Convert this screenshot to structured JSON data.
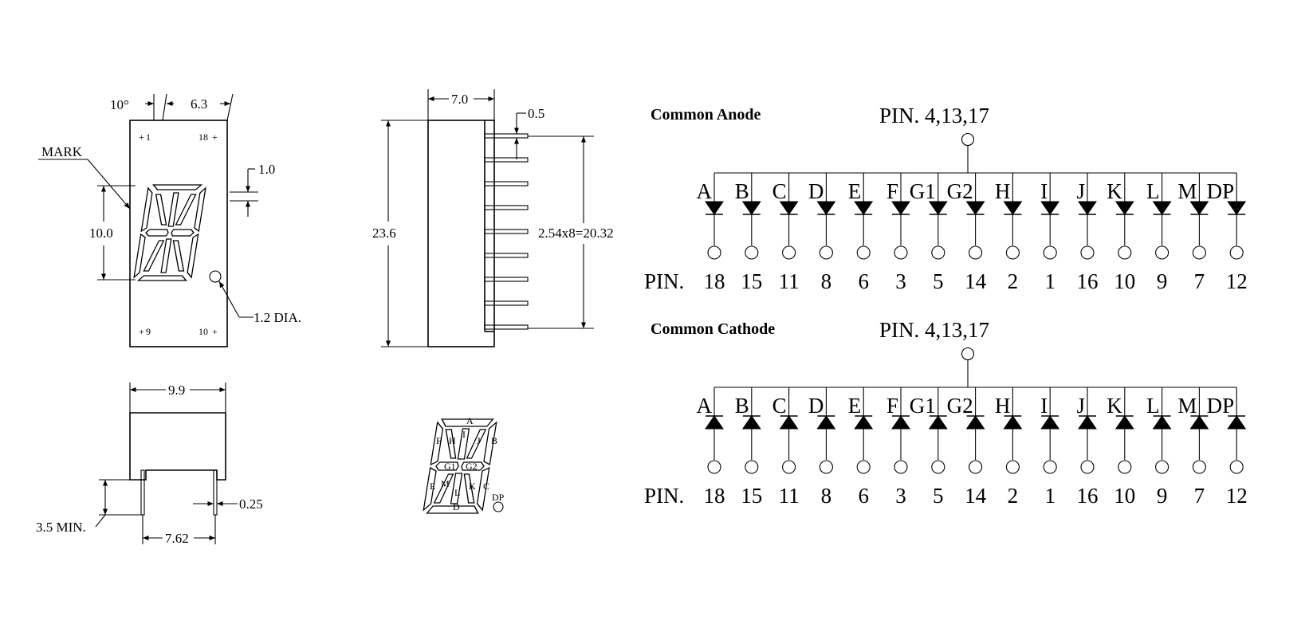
{
  "front_view": {
    "dim_angle": "10°",
    "dim_width_top": "6.3",
    "mark_label": "MARK",
    "dim_right": "1.0",
    "dim_height": "10.0",
    "hole_label": "1.2 DIA.",
    "corner_labels": [
      "1",
      "18",
      "9",
      "10"
    ]
  },
  "side_view": {
    "dim_thickness": "7.0",
    "dim_pin": "0.5",
    "dim_total_height": "23.6",
    "dim_pitch": "2.54x8=20.32"
  },
  "bottom_view": {
    "dim_width": "9.9",
    "dim_pin_len": "3.5 MIN.",
    "dim_pin_width": "0.25",
    "dim_pin_spacing": "7.62"
  },
  "segment_diagram": {
    "labels": [
      "A",
      "B",
      "C",
      "D",
      "E",
      "F",
      "G1",
      "G2",
      "H",
      "I",
      "J",
      "K",
      "L",
      "M"
    ],
    "dp_label": "DP"
  },
  "circuits": [
    {
      "title": "Common Anode",
      "common_pin": "PIN. 4,13,17",
      "pin_prefix": "PIN.",
      "segments": [
        "A",
        "B",
        "C",
        "D",
        "E",
        "F",
        "G1",
        "G2",
        "H",
        "I",
        "J",
        "K",
        "L",
        "M",
        "DP"
      ],
      "pins": [
        "18",
        "15",
        "11",
        "8",
        "6",
        "3",
        "5",
        "14",
        "2",
        "1",
        "16",
        "10",
        "9",
        "7",
        "12"
      ]
    },
    {
      "title": "Common Cathode",
      "common_pin": "PIN. 4,13,17",
      "pin_prefix": "PIN.",
      "segments": [
        "A",
        "B",
        "C",
        "D",
        "E",
        "F",
        "G1",
        "G2",
        "H",
        "I",
        "J",
        "K",
        "L",
        "M",
        "DP"
      ],
      "pins": [
        "18",
        "15",
        "11",
        "8",
        "6",
        "3",
        "5",
        "14",
        "2",
        "1",
        "16",
        "10",
        "9",
        "7",
        "12"
      ]
    }
  ]
}
